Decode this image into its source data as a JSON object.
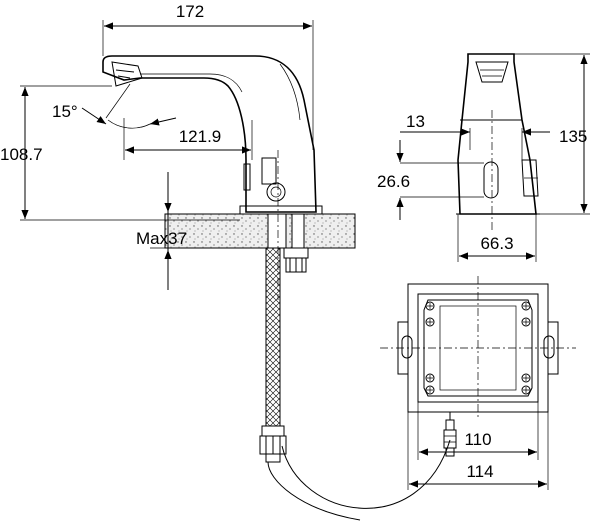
{
  "dimensions": {
    "width_total": "172",
    "reach": "121.9",
    "angle": "15°",
    "height_spout": "108.7",
    "max_thickness": "Max37",
    "side_offset": "13",
    "height_total": "135",
    "sensor_height": "26.6",
    "base_width": "66.3",
    "box_inner": "110",
    "box_outer": "114"
  }
}
